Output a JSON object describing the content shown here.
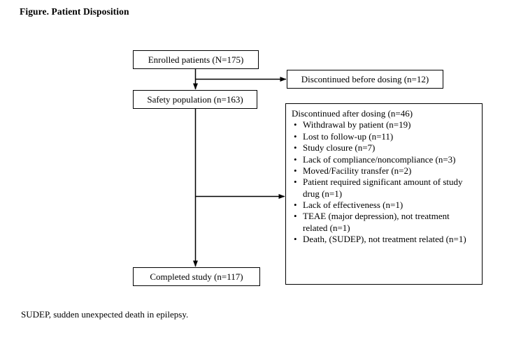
{
  "figure": {
    "title": "Figure. Patient Disposition",
    "footnote": "SUDEP, sudden unexpected death in epilepsy."
  },
  "nodes": {
    "enrolled": {
      "label": "Enrolled patients (N=175)"
    },
    "discontinued_before": {
      "label": "Discontinued before dosing (n=12)"
    },
    "safety": {
      "label": "Safety population (n=163)"
    },
    "completed": {
      "label": "Completed study (n=117)"
    },
    "discontinued_after": {
      "heading": "Discontinued after dosing (n=46)",
      "bullet_marker": "•",
      "items": [
        {
          "label": "Withdrawal by patient (n=19)"
        },
        {
          "label": "Lost to follow-up (n=11)"
        },
        {
          "label": "Study closure (n=7)"
        },
        {
          "label": "Lack of compliance/noncompliance (n=3)"
        },
        {
          "label": "Moved/Facility transfer (n=2)"
        },
        {
          "label": "Patient required significant amount of study drug (n=1)"
        },
        {
          "label": "Lack of effectiveness (n=1)"
        },
        {
          "label": "TEAE (major depression), not treatment related (n=1)"
        },
        {
          "label": "Death, (SUDEP), not treatment related (n=1)"
        }
      ]
    }
  },
  "colors": {
    "line": "#000000",
    "background": "#ffffff",
    "text": "#000000"
  }
}
